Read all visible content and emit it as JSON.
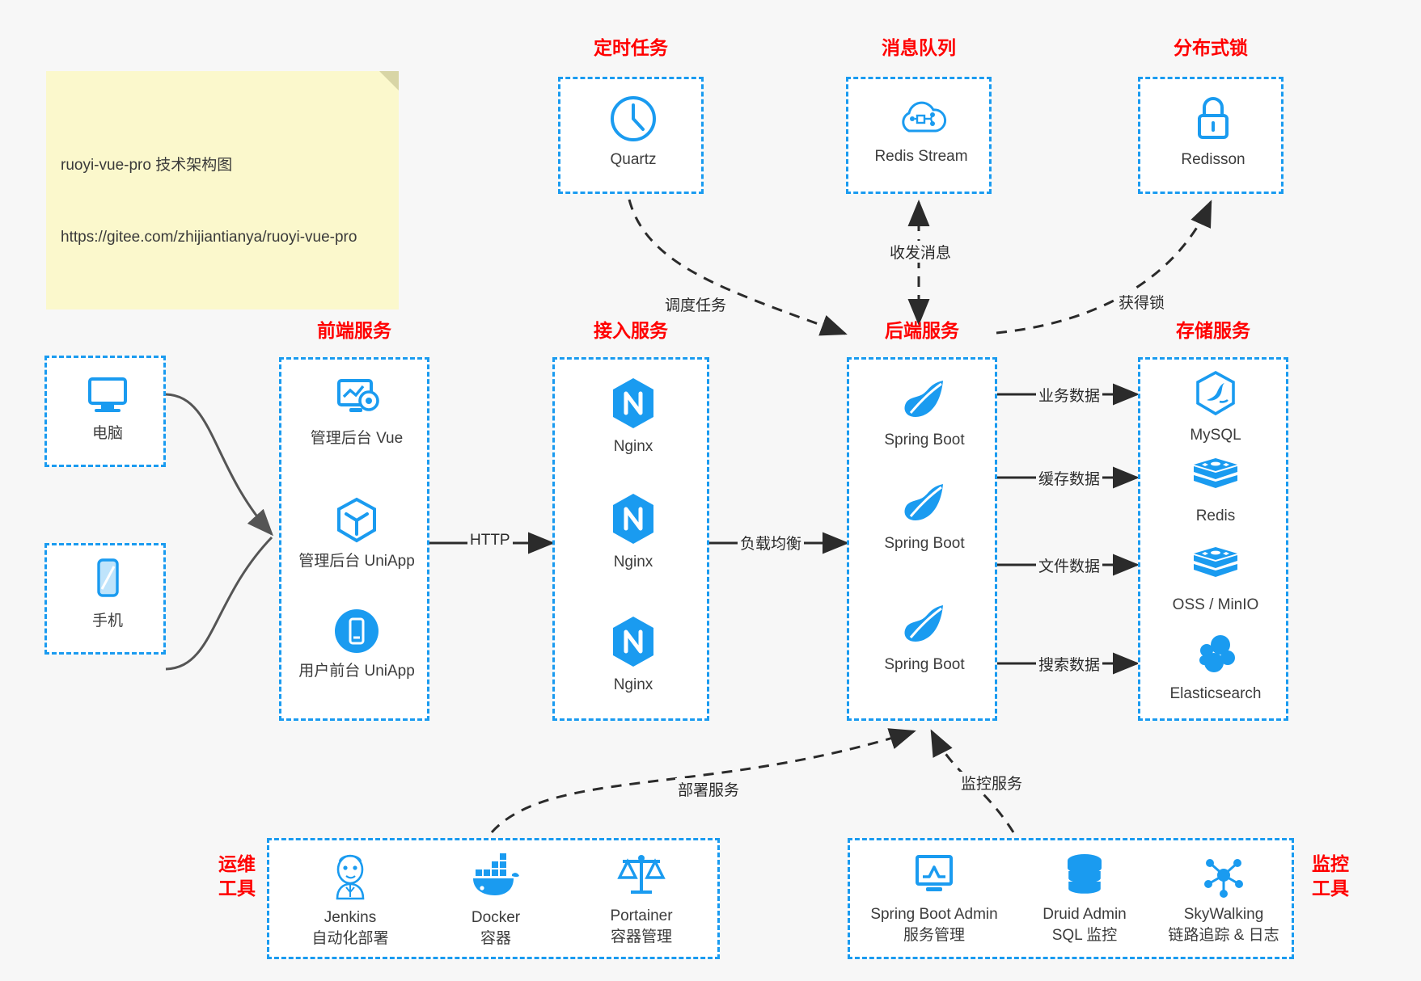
{
  "note": {
    "line1": "ruoyi-vue-pro 技术架构图",
    "line2": "https://gitee.com/zhijiantianya/ruoyi-vue-pro"
  },
  "colors": {
    "accent": "#1a9bf0",
    "title": "#ff0000",
    "text": "#3c3c3c",
    "edge": "#2b2b2b",
    "background": "#f7f7f7",
    "note_bg": "#fbf8cc"
  },
  "groups": {
    "scheduler": {
      "title": "定时任务",
      "nodes": [
        {
          "label": "Quartz",
          "icon": "clock-icon"
        }
      ]
    },
    "mq": {
      "title": "消息队列",
      "nodes": [
        {
          "label": "Redis Stream",
          "icon": "cloud-network-icon"
        }
      ]
    },
    "lock": {
      "title": "分布式锁",
      "nodes": [
        {
          "label": "Redisson",
          "icon": "lock-icon"
        }
      ]
    },
    "clients": {
      "title": "",
      "nodes": [
        {
          "label": "电脑",
          "icon": "monitor-icon"
        },
        {
          "label": "手机",
          "icon": "phone-icon"
        }
      ]
    },
    "frontend": {
      "title": "前端服务",
      "nodes": [
        {
          "label": "管理后台 Vue",
          "icon": "dashboard-gear-icon"
        },
        {
          "label": "管理后台 UniApp",
          "icon": "cube-icon"
        },
        {
          "label": "用户前台 UniApp",
          "icon": "mobile-app-icon"
        }
      ]
    },
    "gateway": {
      "title": "接入服务",
      "nodes": [
        {
          "label": "Nginx",
          "icon": "nginx-icon"
        },
        {
          "label": "Nginx",
          "icon": "nginx-icon"
        },
        {
          "label": "Nginx",
          "icon": "nginx-icon"
        }
      ]
    },
    "backend": {
      "title": "后端服务",
      "nodes": [
        {
          "label": "Spring Boot",
          "icon": "spring-boot-icon"
        },
        {
          "label": "Spring Boot",
          "icon": "spring-boot-icon"
        },
        {
          "label": "Spring Boot",
          "icon": "spring-boot-icon"
        }
      ]
    },
    "storage": {
      "title": "存储服务",
      "nodes": [
        {
          "label": "MySQL",
          "icon": "mysql-icon"
        },
        {
          "label": "Redis",
          "icon": "redis-icon"
        },
        {
          "label": "OSS / MinIO",
          "icon": "oss-minio-icon"
        },
        {
          "label": "Elasticsearch",
          "icon": "elasticsearch-icon"
        }
      ]
    },
    "devops": {
      "title": "运维\n工具",
      "nodes": [
        {
          "label": "Jenkins",
          "sublabel": "自动化部署",
          "icon": "jenkins-icon"
        },
        {
          "label": "Docker",
          "sublabel": "容器",
          "icon": "docker-icon"
        },
        {
          "label": "Portainer",
          "sublabel": "容器管理",
          "icon": "scales-icon"
        }
      ]
    },
    "monitoring": {
      "title": "监控\n工具",
      "nodes": [
        {
          "label": "Spring Boot Admin",
          "sublabel": "服务管理",
          "icon": "monitor-chart-icon"
        },
        {
          "label": "Druid Admin",
          "sublabel": "SQL 监控",
          "icon": "database-icon"
        },
        {
          "label": "SkyWalking",
          "sublabel": "链路追踪 & 日志",
          "icon": "skywalking-icon"
        }
      ]
    }
  },
  "edges": [
    {
      "label": "调度任务"
    },
    {
      "label": "收发消息"
    },
    {
      "label": "获得锁"
    },
    {
      "label": "HTTP"
    },
    {
      "label": "负载均衡"
    },
    {
      "label": "业务数据"
    },
    {
      "label": "缓存数据"
    },
    {
      "label": "文件数据"
    },
    {
      "label": "搜索数据"
    },
    {
      "label": "部署服务"
    },
    {
      "label": "监控服务"
    }
  ]
}
